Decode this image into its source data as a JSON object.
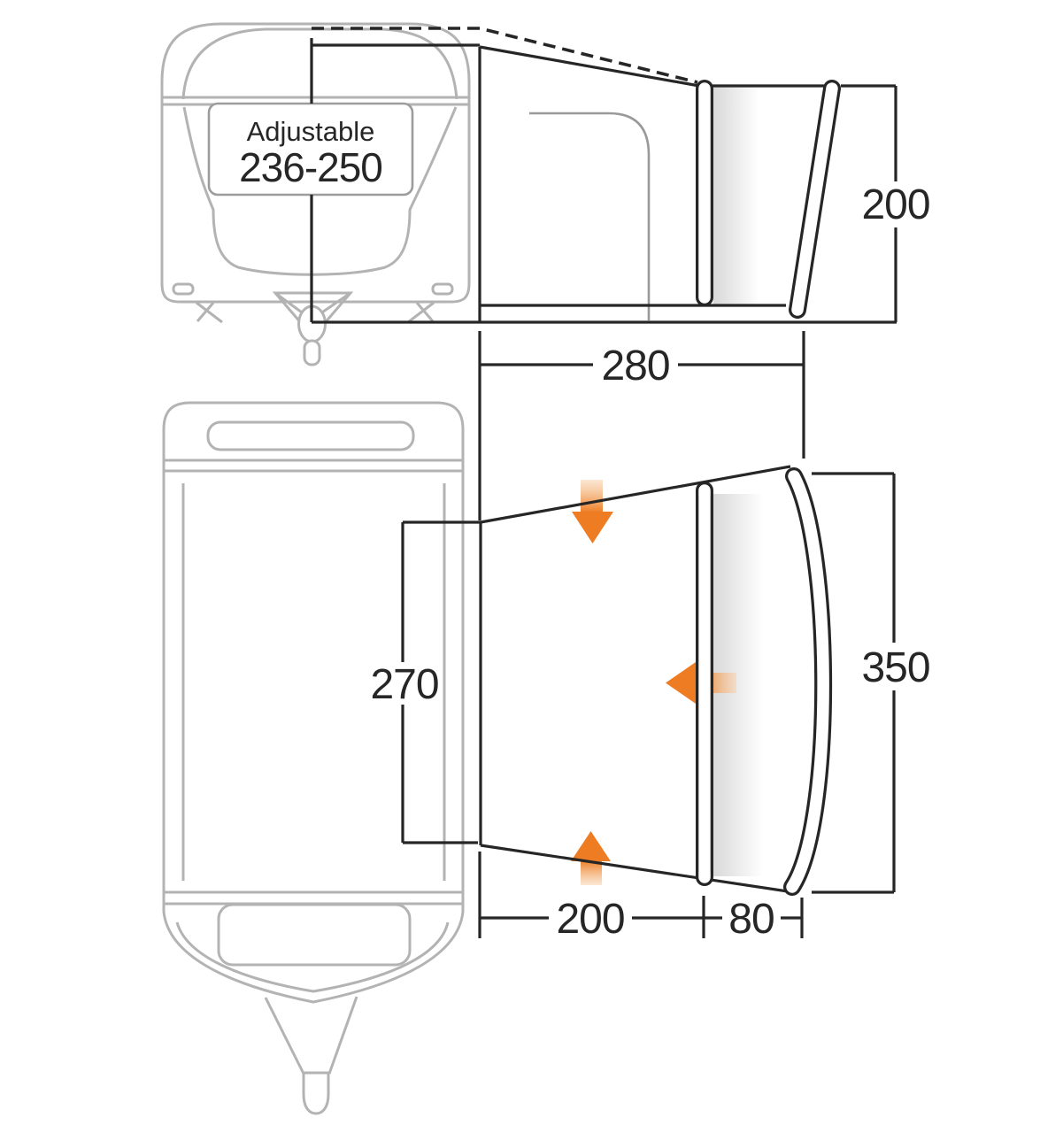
{
  "page": {
    "description": "Caravan porch awning dimension diagram with front view, side view and plan view"
  },
  "front_view": {
    "adjustable_label": "Adjustable",
    "adjustable_range": "236-250"
  },
  "side_view": {
    "height_label": "200",
    "depth_label": "280"
  },
  "plan_view": {
    "rail_width_label": "270",
    "overall_width_label": "350",
    "main_depth_label": "200",
    "wing_depth_label": "80"
  },
  "icons": {
    "down_arrow": "down-arrow-icon",
    "up_arrow": "up-arrow-icon",
    "left_arrow": "left-arrow-icon"
  },
  "colors": {
    "background": "#ffffff",
    "line_dark": "#262626",
    "caravan_gray": "#b3b3b3",
    "detail_gray": "#999999",
    "panel_border": "#9c9c9c",
    "arrow_orange": "#ed7c23",
    "arrow_orange_light": "#f7d2ac",
    "text_dark": "#262626"
  }
}
